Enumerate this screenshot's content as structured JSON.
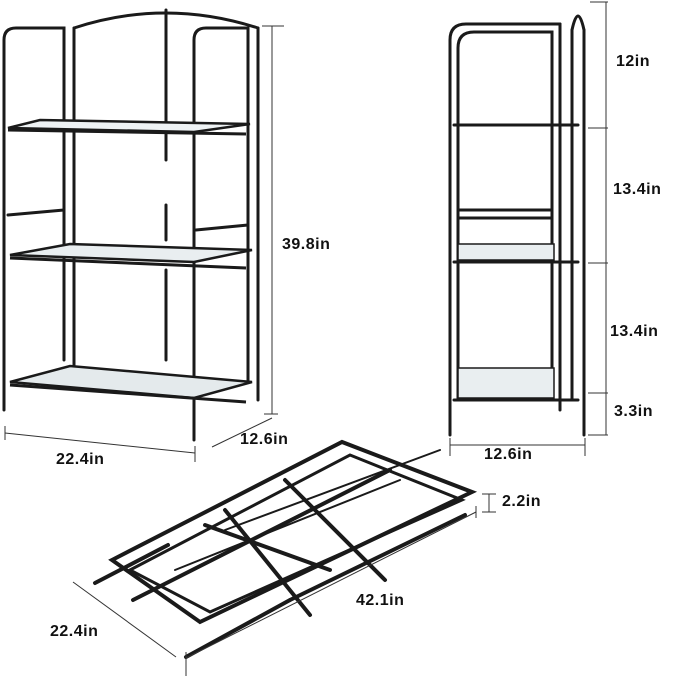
{
  "front_view": {
    "height_label": "39.8in",
    "width_label": "22.4in",
    "depth_label": "12.6in"
  },
  "side_view": {
    "top_gap_label": "12in",
    "middle_gap_label": "13.4in",
    "lower_gap_label": "13.4in",
    "bottom_clearance_label": "3.3in",
    "depth_label": "12.6in"
  },
  "folded_view": {
    "thickness_label": "2.2in",
    "length_label": "42.1in",
    "width_label": "22.4in"
  },
  "colors": {
    "frame": "#1a1a1a",
    "glass": "#e9eef0",
    "dimension_line": "#333333",
    "background": "#ffffff"
  }
}
